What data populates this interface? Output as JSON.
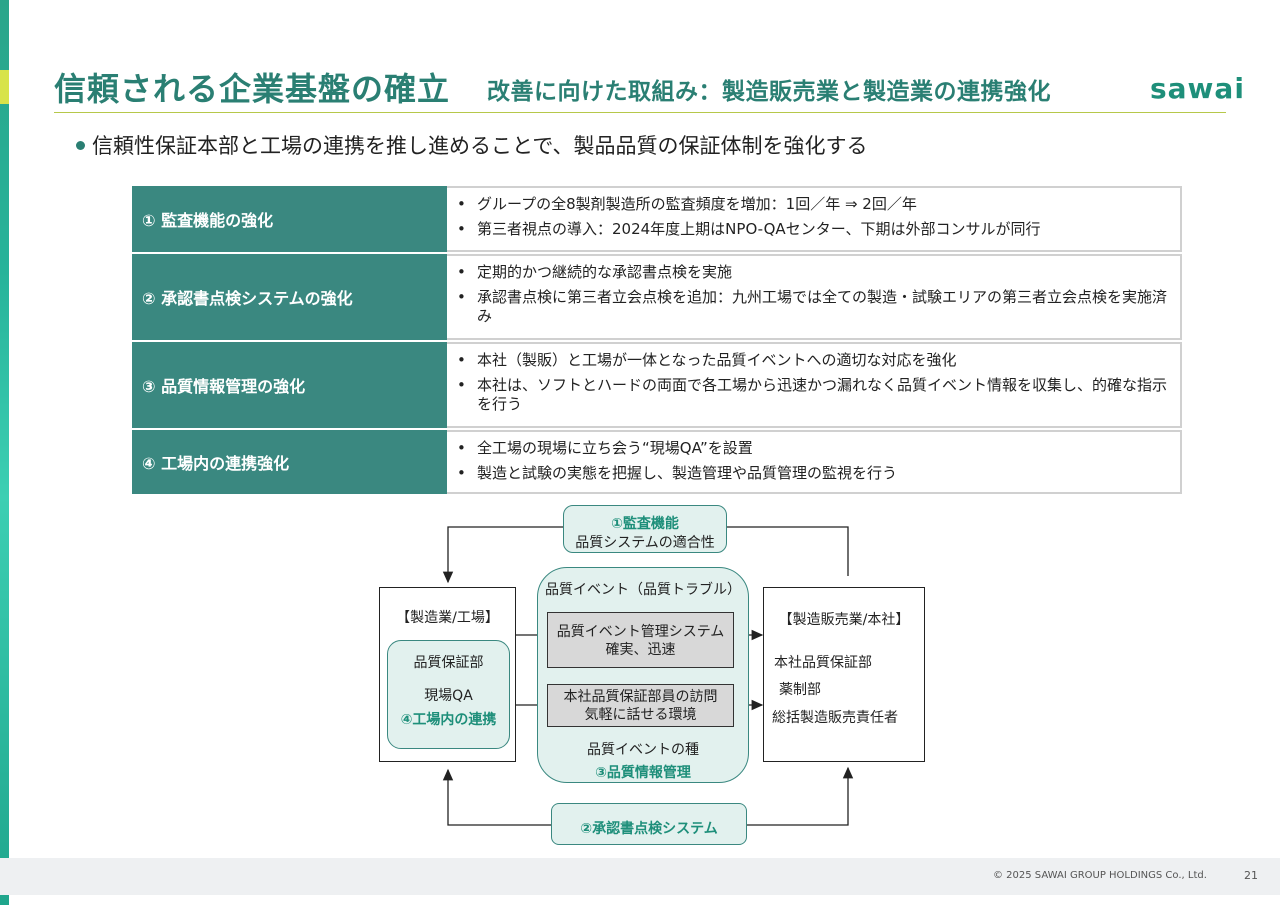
{
  "header": {
    "title": "信頼される企業基盤の確立",
    "subtitle": "改善に向けた取組み：製造販売業と製造業の連携強化",
    "logo": "sawai"
  },
  "bullet": "信頼性保証本部と工場の連携を推し進めることで、製品品質の保証体制を強化する",
  "table": {
    "rows": [
      {
        "head": "① 監査機能の強化",
        "items": [
          "グループの全8製剤製造所の監査頻度を増加：1回／年 ⇒ 2回／年",
          "第三者視点の導入：2024年度上期はNPO-QAセンター、下期は外部コンサルが同行"
        ]
      },
      {
        "head": "② 承認書点検システムの強化",
        "items": [
          "定期的かつ継続的な承認書点検を実施",
          "承認書点検に第三者立会点検を追加：九州工場では全ての製造・試験エリアの第三者立会点検を実施済み"
        ]
      },
      {
        "head": "③ 品質情報管理の強化",
        "items": [
          "本社（製販）と工場が一体となった品質イベントへの適切な対応を強化",
          "本社は、ソフトとハードの両面で各工場から迅速かつ漏れなく品質イベント情報を収集し、的確な指示を行う"
        ]
      },
      {
        "head": "④ 工場内の連携強化",
        "items": [
          "全工場の現場に立ち会う“現場QA”を設置",
          "製造と試験の実態を把握し、製造管理や品質管理の監視を行う"
        ]
      }
    ]
  },
  "diagram": {
    "audit_title": "①監査機能",
    "audit_sub": "品質システムの適合性",
    "left_box_title": "【製造業/工場】",
    "qa_dept": "品質保証部",
    "genba_qa": "現場QA",
    "factory_link": "④工場内の連携",
    "center_title": "品質イベント（品質トラブル）",
    "system_line1": "品質イベント管理システム",
    "system_line2": "確実、迅速",
    "visit_line1": "本社品質保証部員の訪問",
    "visit_line2": "気軽に話せる環境",
    "event_seed": "品質イベントの種",
    "info_mgmt": "③品質情報管理",
    "right_box_title": "【製造販売業/本社】",
    "right_item1": "本社品質保証部",
    "right_item2": "薬制部",
    "right_item3": "総括製造販売責任者",
    "approval_system": "②承認書点検システム"
  },
  "footer": {
    "copyright": "© 2025 SAWAI GROUP HOLDINGS Co., Ltd.",
    "page": "21"
  },
  "colors": {
    "accent": "#2a7f73",
    "table_head": "#3a8880",
    "light_teal": "#e2f1ee",
    "gray_box": "#d8d8d8"
  }
}
